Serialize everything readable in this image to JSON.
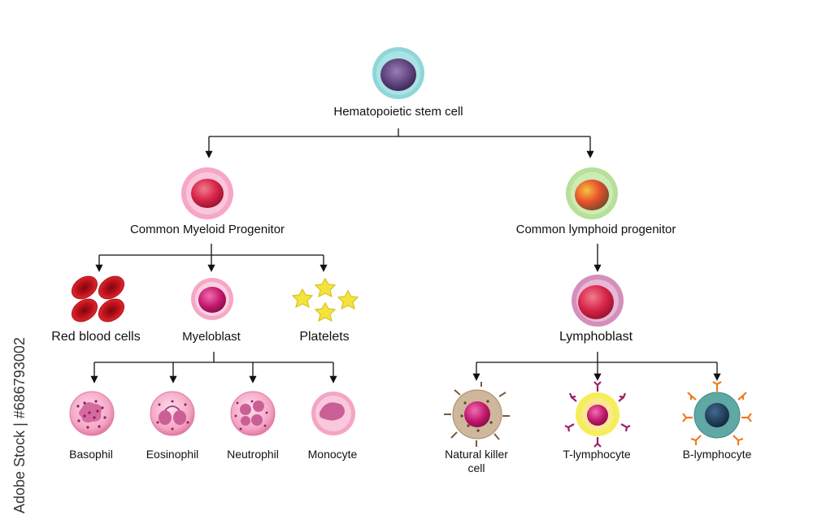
{
  "labels": {
    "stem": "Hematopoietic stem cell",
    "cmp": "Common Myeloid Progenitor",
    "clp": "Common lymphoid progenitor",
    "rbc": "Red blood cells",
    "myeloblast": "Myeloblast",
    "platelets": "Platelets",
    "lymphoblast": "Lymphoblast",
    "basophil": "Basophil",
    "eosinophil": "Eosinophil",
    "neutrophil": "Neutrophil",
    "monocyte": "Monocyte",
    "nk_line1": "Natural killer",
    "nk_line2": "cell",
    "t_lymphocyte": "T-lymphocyte",
    "b_lymphocyte": "B-lymphocyte"
  },
  "watermark": "Adobe Stock | #686793002",
  "colors": {
    "line": "#111111",
    "stem_outer": "#8fd6d9",
    "stem_nucleus": "#5b3f77",
    "cmp_outer": "#f6a7c6",
    "cmp_nucleus": "#d8254a",
    "clp_outer": "#b7e09a",
    "rbc": "#c4131d",
    "platelet": "#f4e33d",
    "granulocyte": "#f7b4cf",
    "granule": "#b0306c",
    "lymphoblast_outer": "#d48fbb",
    "t_membrane": "#f5ee5a",
    "t_receptor": "#9b1f6c",
    "b_cell": "#5fa8a4",
    "b_receptor": "#f07a1e",
    "nk_cell": "#cfb79c"
  }
}
